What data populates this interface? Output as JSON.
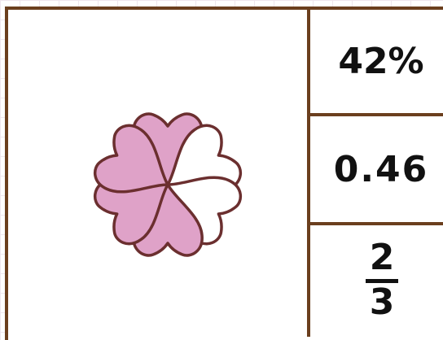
{
  "flower": {
    "petals": 6,
    "shaded_petals": 4,
    "petal_shading": [
      "shaded",
      "unshaded",
      "unshaded",
      "shaded",
      "shaded",
      "shaded"
    ],
    "shaded_color": "#dfa2c8",
    "unshaded_color": "#ffffff",
    "outline_color": "#6b2f2f"
  },
  "choices": {
    "percent": "42%",
    "decimal": "0.46",
    "fraction": {
      "numerator": "2",
      "denominator": "3"
    }
  },
  "border_color": "#6b3f1e"
}
